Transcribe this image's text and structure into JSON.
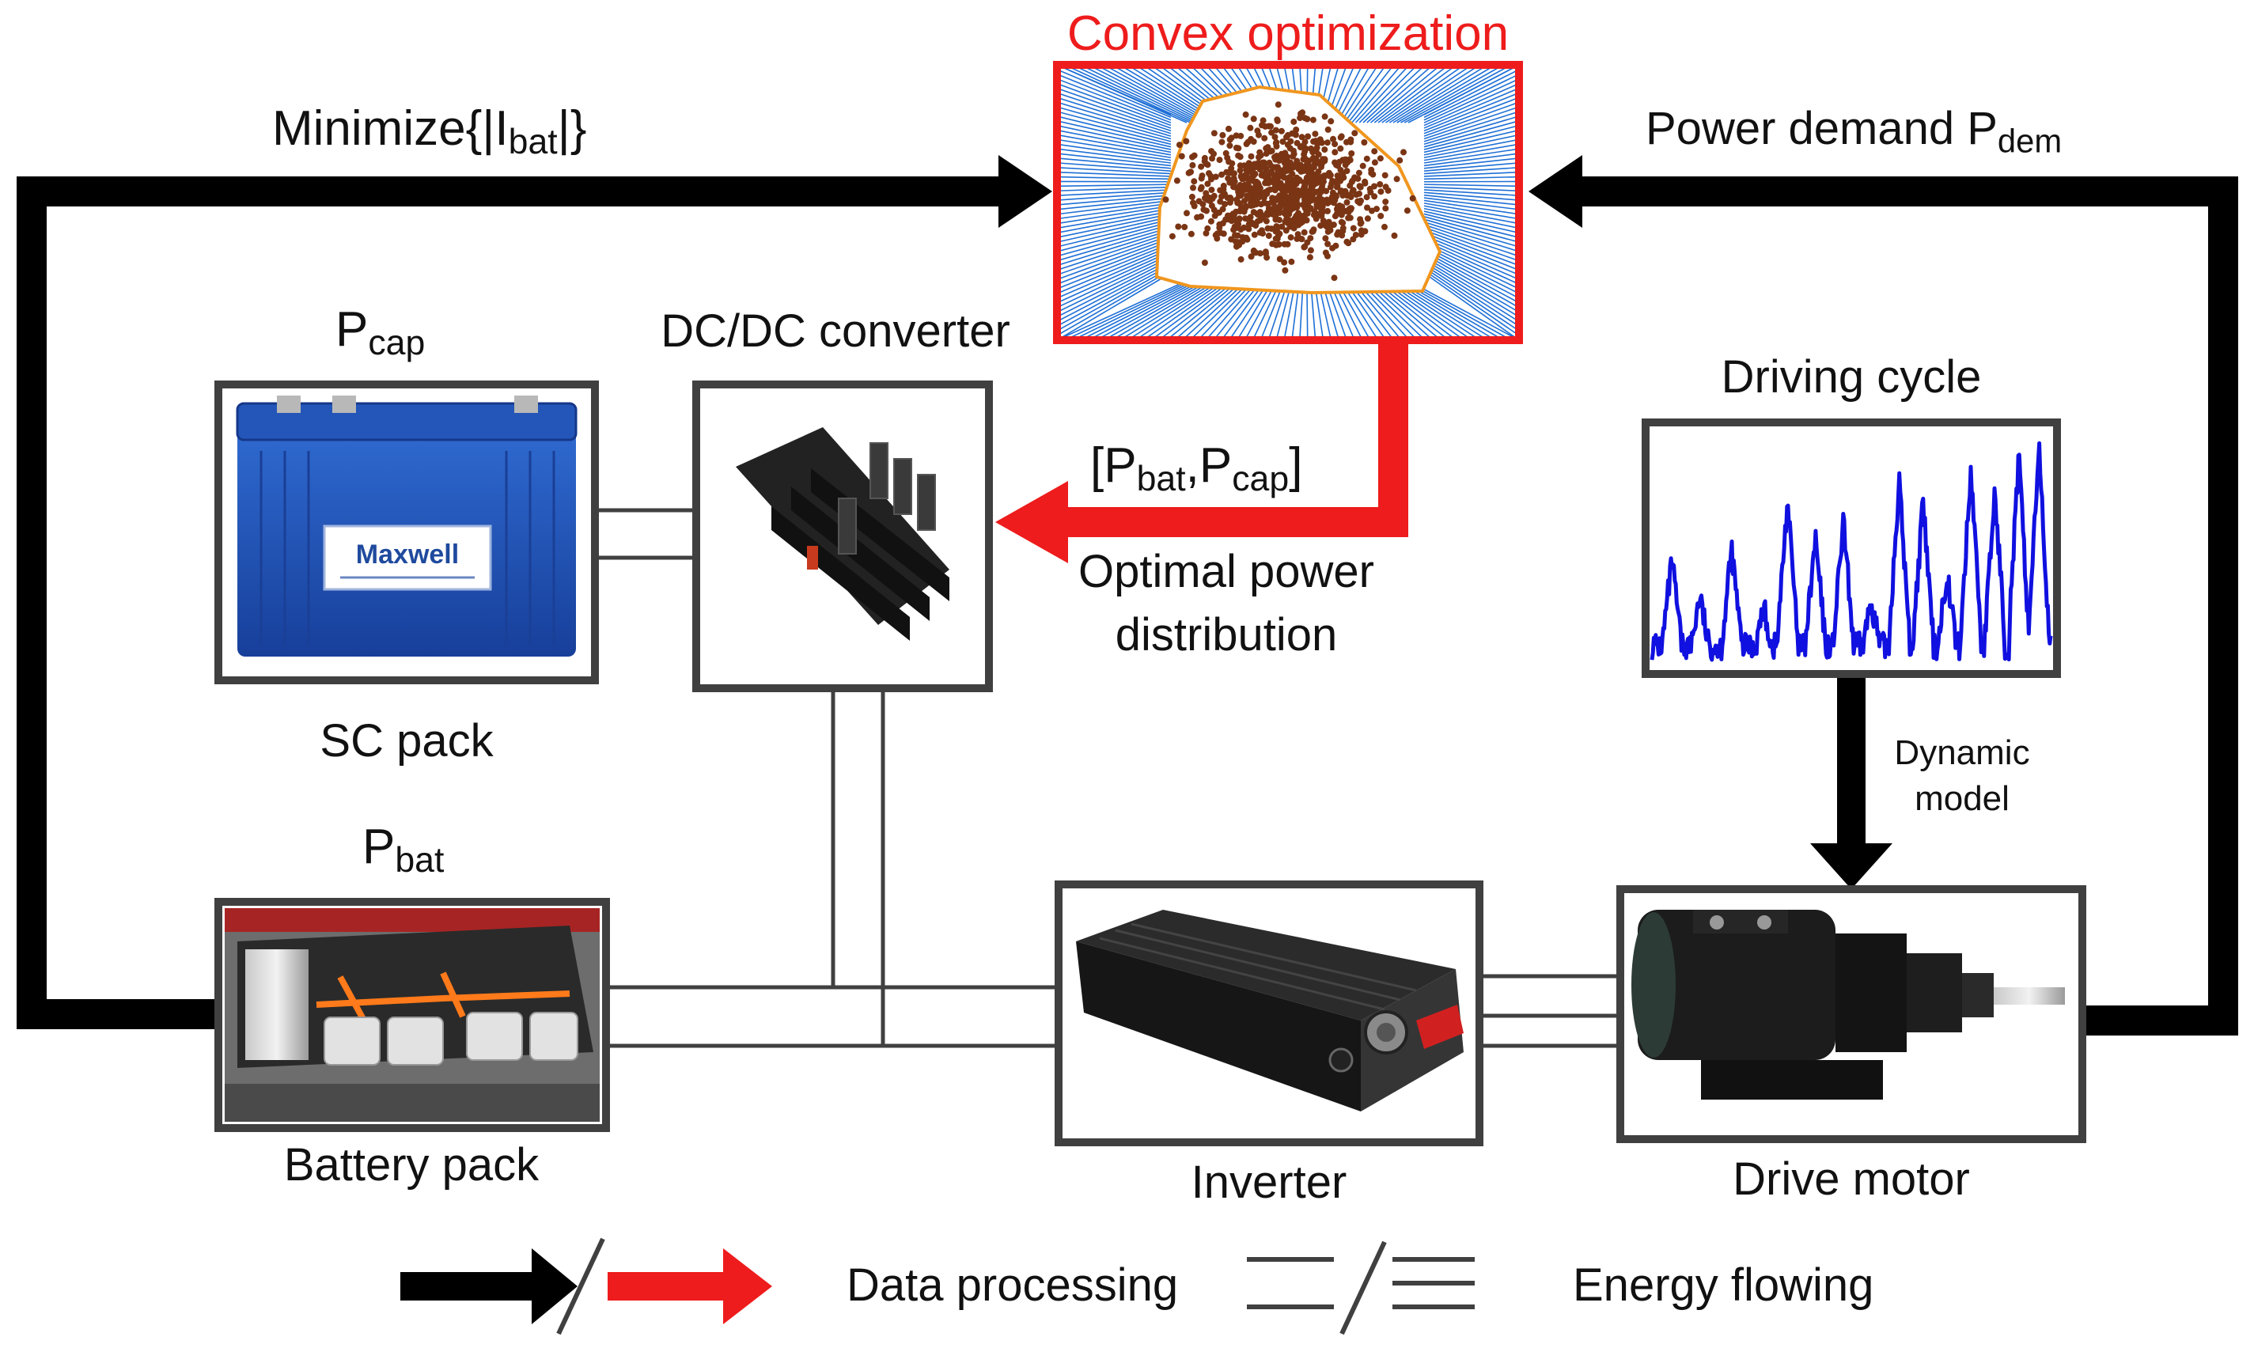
{
  "labels": {
    "convex_title": "Convex optimization",
    "minimize_prefix": "Minimize{|I",
    "minimize_sub": "bat",
    "minimize_suffix": "|}",
    "power_demand_prefix": "Power demand P",
    "power_demand_sub": "dem",
    "pcap_main": "P",
    "pcap_sub": "cap",
    "dcdc": "DC/DC converter",
    "pbatcap_open": "[P",
    "pbatcap_sub1": "bat",
    "pbatcap_comma": ",P",
    "pbatcap_sub2": "cap",
    "pbatcap_close": "]",
    "optimal_line1": "Optimal power",
    "optimal_line2": "distribution",
    "driving_cycle": "Driving cycle",
    "sc_pack": "SC pack",
    "pbat_main": "P",
    "pbat_sub": "bat",
    "dynamic_line1": "Dynamic",
    "dynamic_line2": "model",
    "battery_pack": "Battery pack",
    "inverter": "Inverter",
    "drive_motor": "Drive motor"
  },
  "legend": {
    "data_processing": "Data processing",
    "energy_flowing": "Energy flowing"
  },
  "images": {
    "sc_brand": "Maxwell"
  },
  "colors": {
    "data_arrow": "#000000",
    "optimization_arrow": "#ee1c1c",
    "optimization_border": "#ee1c1c",
    "mesh_blue": "#1e6fd6",
    "hull_orange": "#f0961e",
    "points_brown": "#7a3515",
    "cycle_blue": "#1010e0",
    "box_border": "#404040",
    "energy_line": "#404040"
  }
}
